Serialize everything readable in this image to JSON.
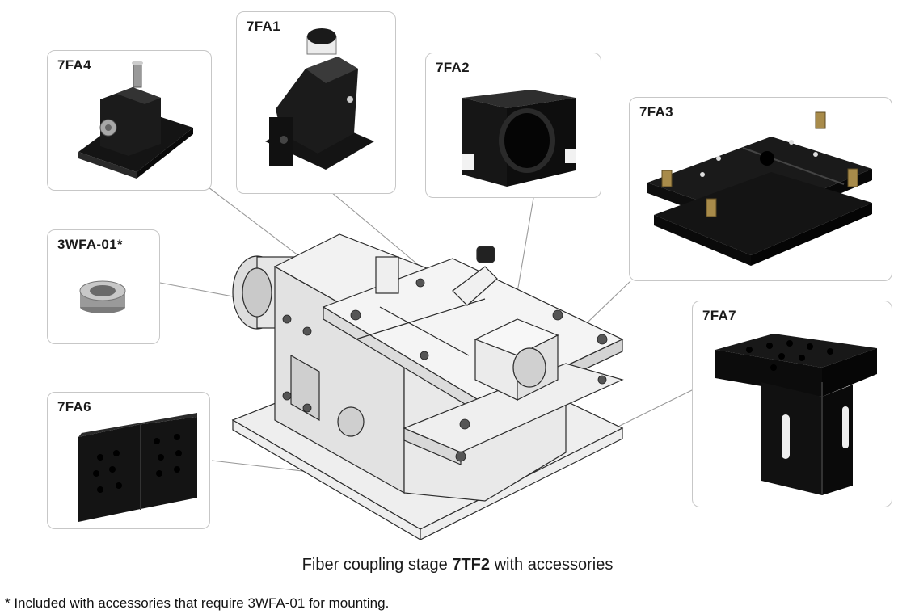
{
  "accessories": [
    {
      "id": "7fa1",
      "label": "7FA1"
    },
    {
      "id": "7fa2",
      "label": "7FA2"
    },
    {
      "id": "7fa3",
      "label": "7FA3"
    },
    {
      "id": "7fa4",
      "label": "7FA4"
    },
    {
      "id": "3wfa01",
      "label": "3WFA-01*"
    },
    {
      "id": "7fa6",
      "label": "7FA6"
    },
    {
      "id": "7fa7",
      "label": "7FA7"
    }
  ],
  "caption": {
    "prefix": "Fiber coupling stage",
    "model": "7TF2",
    "suffix": "with accessories"
  },
  "footnote": "* Included with accessories that require 3WFA-01 for mounting.",
  "colors": {
    "box_border": "#c7c7c7",
    "product_black": "#141414",
    "stage_metal": "#d9d9d9",
    "leader_line": "#9a9a9a"
  }
}
